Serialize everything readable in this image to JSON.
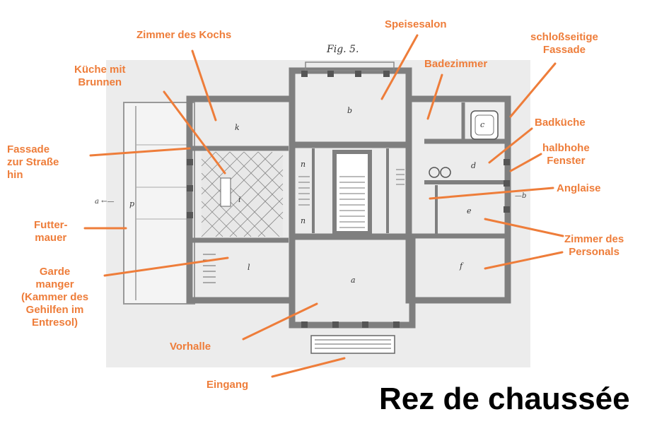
{
  "title": "Rez de chaussée",
  "figure": "Fig. 5.",
  "colors": {
    "label": "#ee7d3a",
    "wall": "#7f7f7f",
    "paper": "#ececec"
  },
  "labels": {
    "zimmer_kochs": "Zimmer des Kochs",
    "speisesalon": "Speisesalon",
    "schlossseitige_fassade": "schloßseitige\nFassade",
    "kueche": "Küche mit\nBrunnen",
    "badezimmer": "Badezimmer",
    "badkueche": "Badküche",
    "fassade_strasse": "Fassade\nzur Straße\nhin",
    "halbhohe_fenster": "halbhohe\nFenster",
    "anglaise": "Anglaise",
    "futtermauer": "Futter-\nmauer",
    "zimmer_personals": "Zimmer des\nPersonals",
    "garde_manger": "Garde\nmanger\n(Kammer des\nGehilfen im\nEntresol)",
    "vorhalle": "Vorhalle",
    "eingang": "Eingang"
  },
  "rooms": {
    "a": "a",
    "b": "b",
    "c": "c",
    "d": "d",
    "e": "e",
    "f": "f",
    "i": "i",
    "k": "k",
    "l": "l",
    "n1": "n",
    "n2": "n",
    "p": "p"
  },
  "section_marks": {
    "left": "a ←—",
    "right": "—b"
  }
}
